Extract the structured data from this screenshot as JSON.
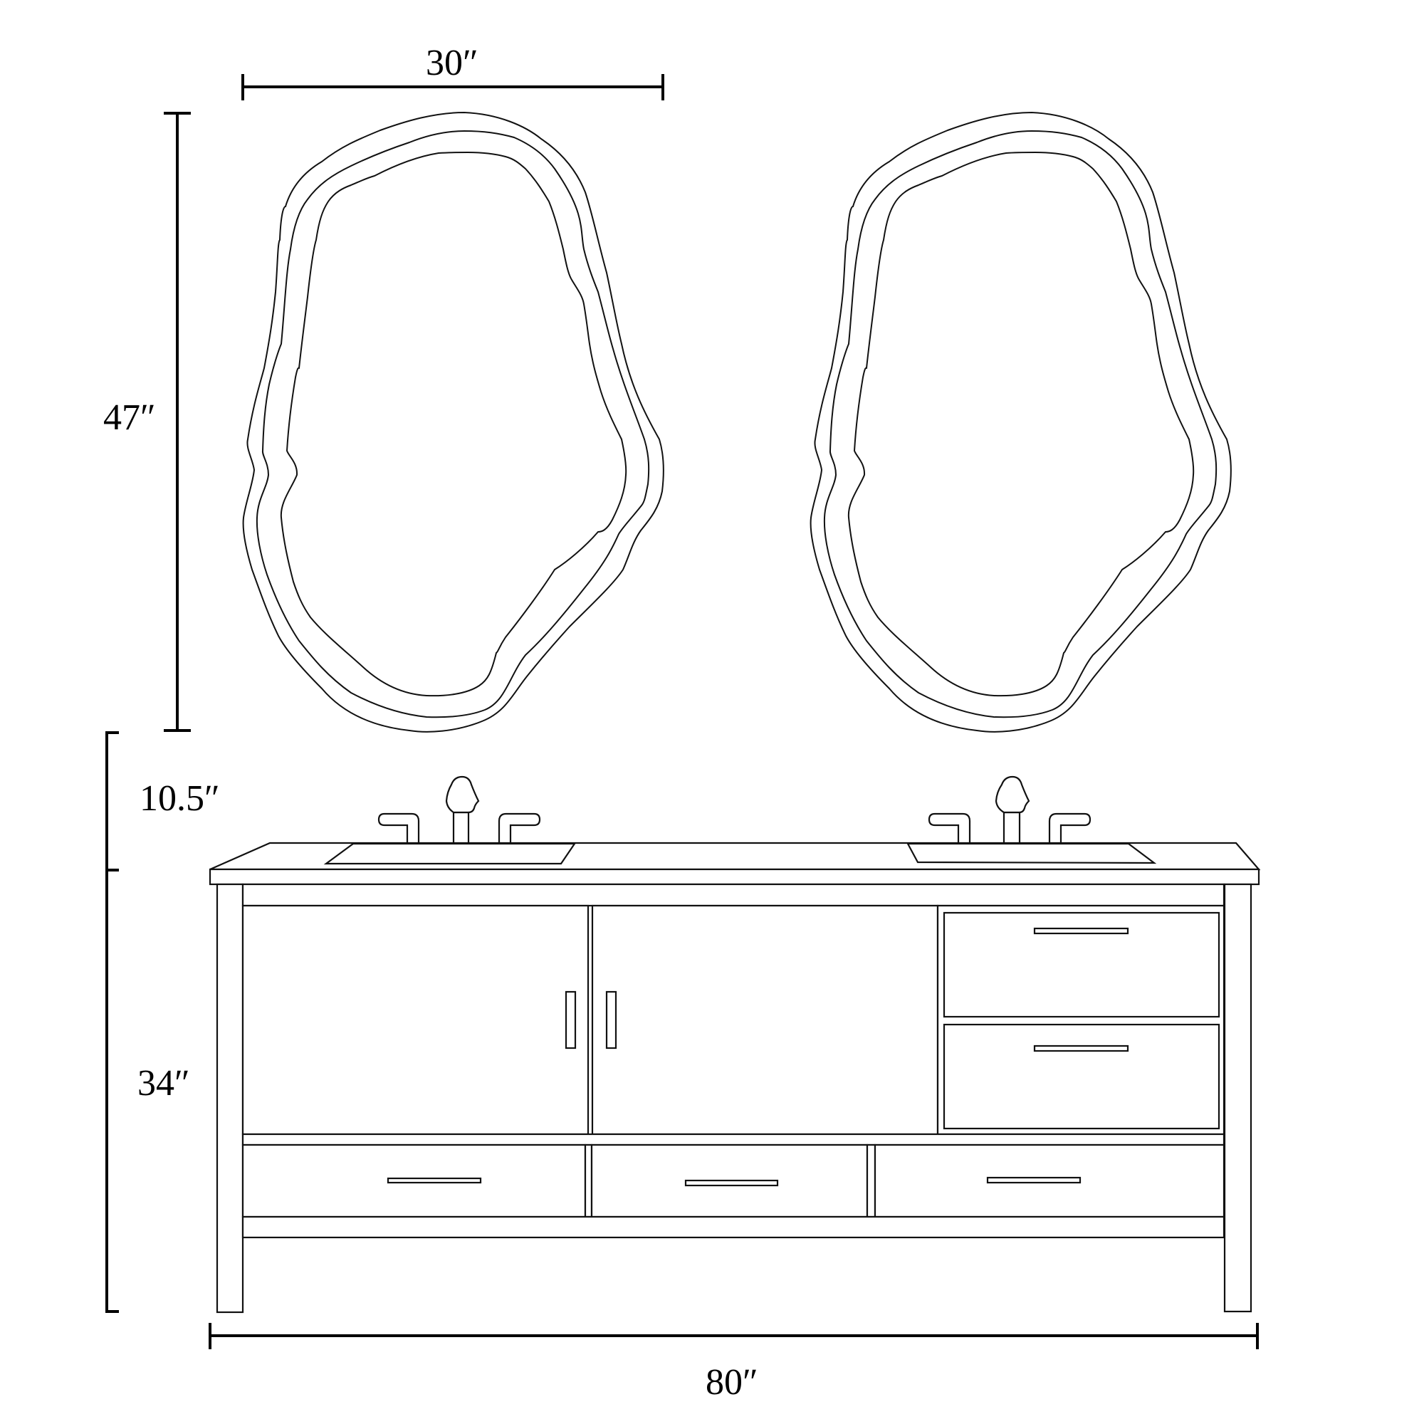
{
  "title": "Double vanity with two organic-shaped mirrors — front elevation",
  "colors": {
    "line": "#000000",
    "background": "#ffffff"
  },
  "dimensions": {
    "mirror_width": "30″",
    "mirror_height": "47″",
    "mirror_to_counter_gap": "10.5″",
    "vanity_height": "34″",
    "vanity_width": "80″"
  },
  "components": {
    "mirrors": [
      {
        "id": "left-mirror",
        "shape": "irregular-organic",
        "rings": 3
      },
      {
        "id": "right-mirror",
        "shape": "irregular-organic",
        "rings": 3
      }
    ],
    "countertop": {
      "sinks": 2,
      "faucets": 2
    },
    "cabinet": {
      "doors": 2,
      "side_drawers": 2,
      "bottom_drawers": 3,
      "legs": 2
    }
  }
}
